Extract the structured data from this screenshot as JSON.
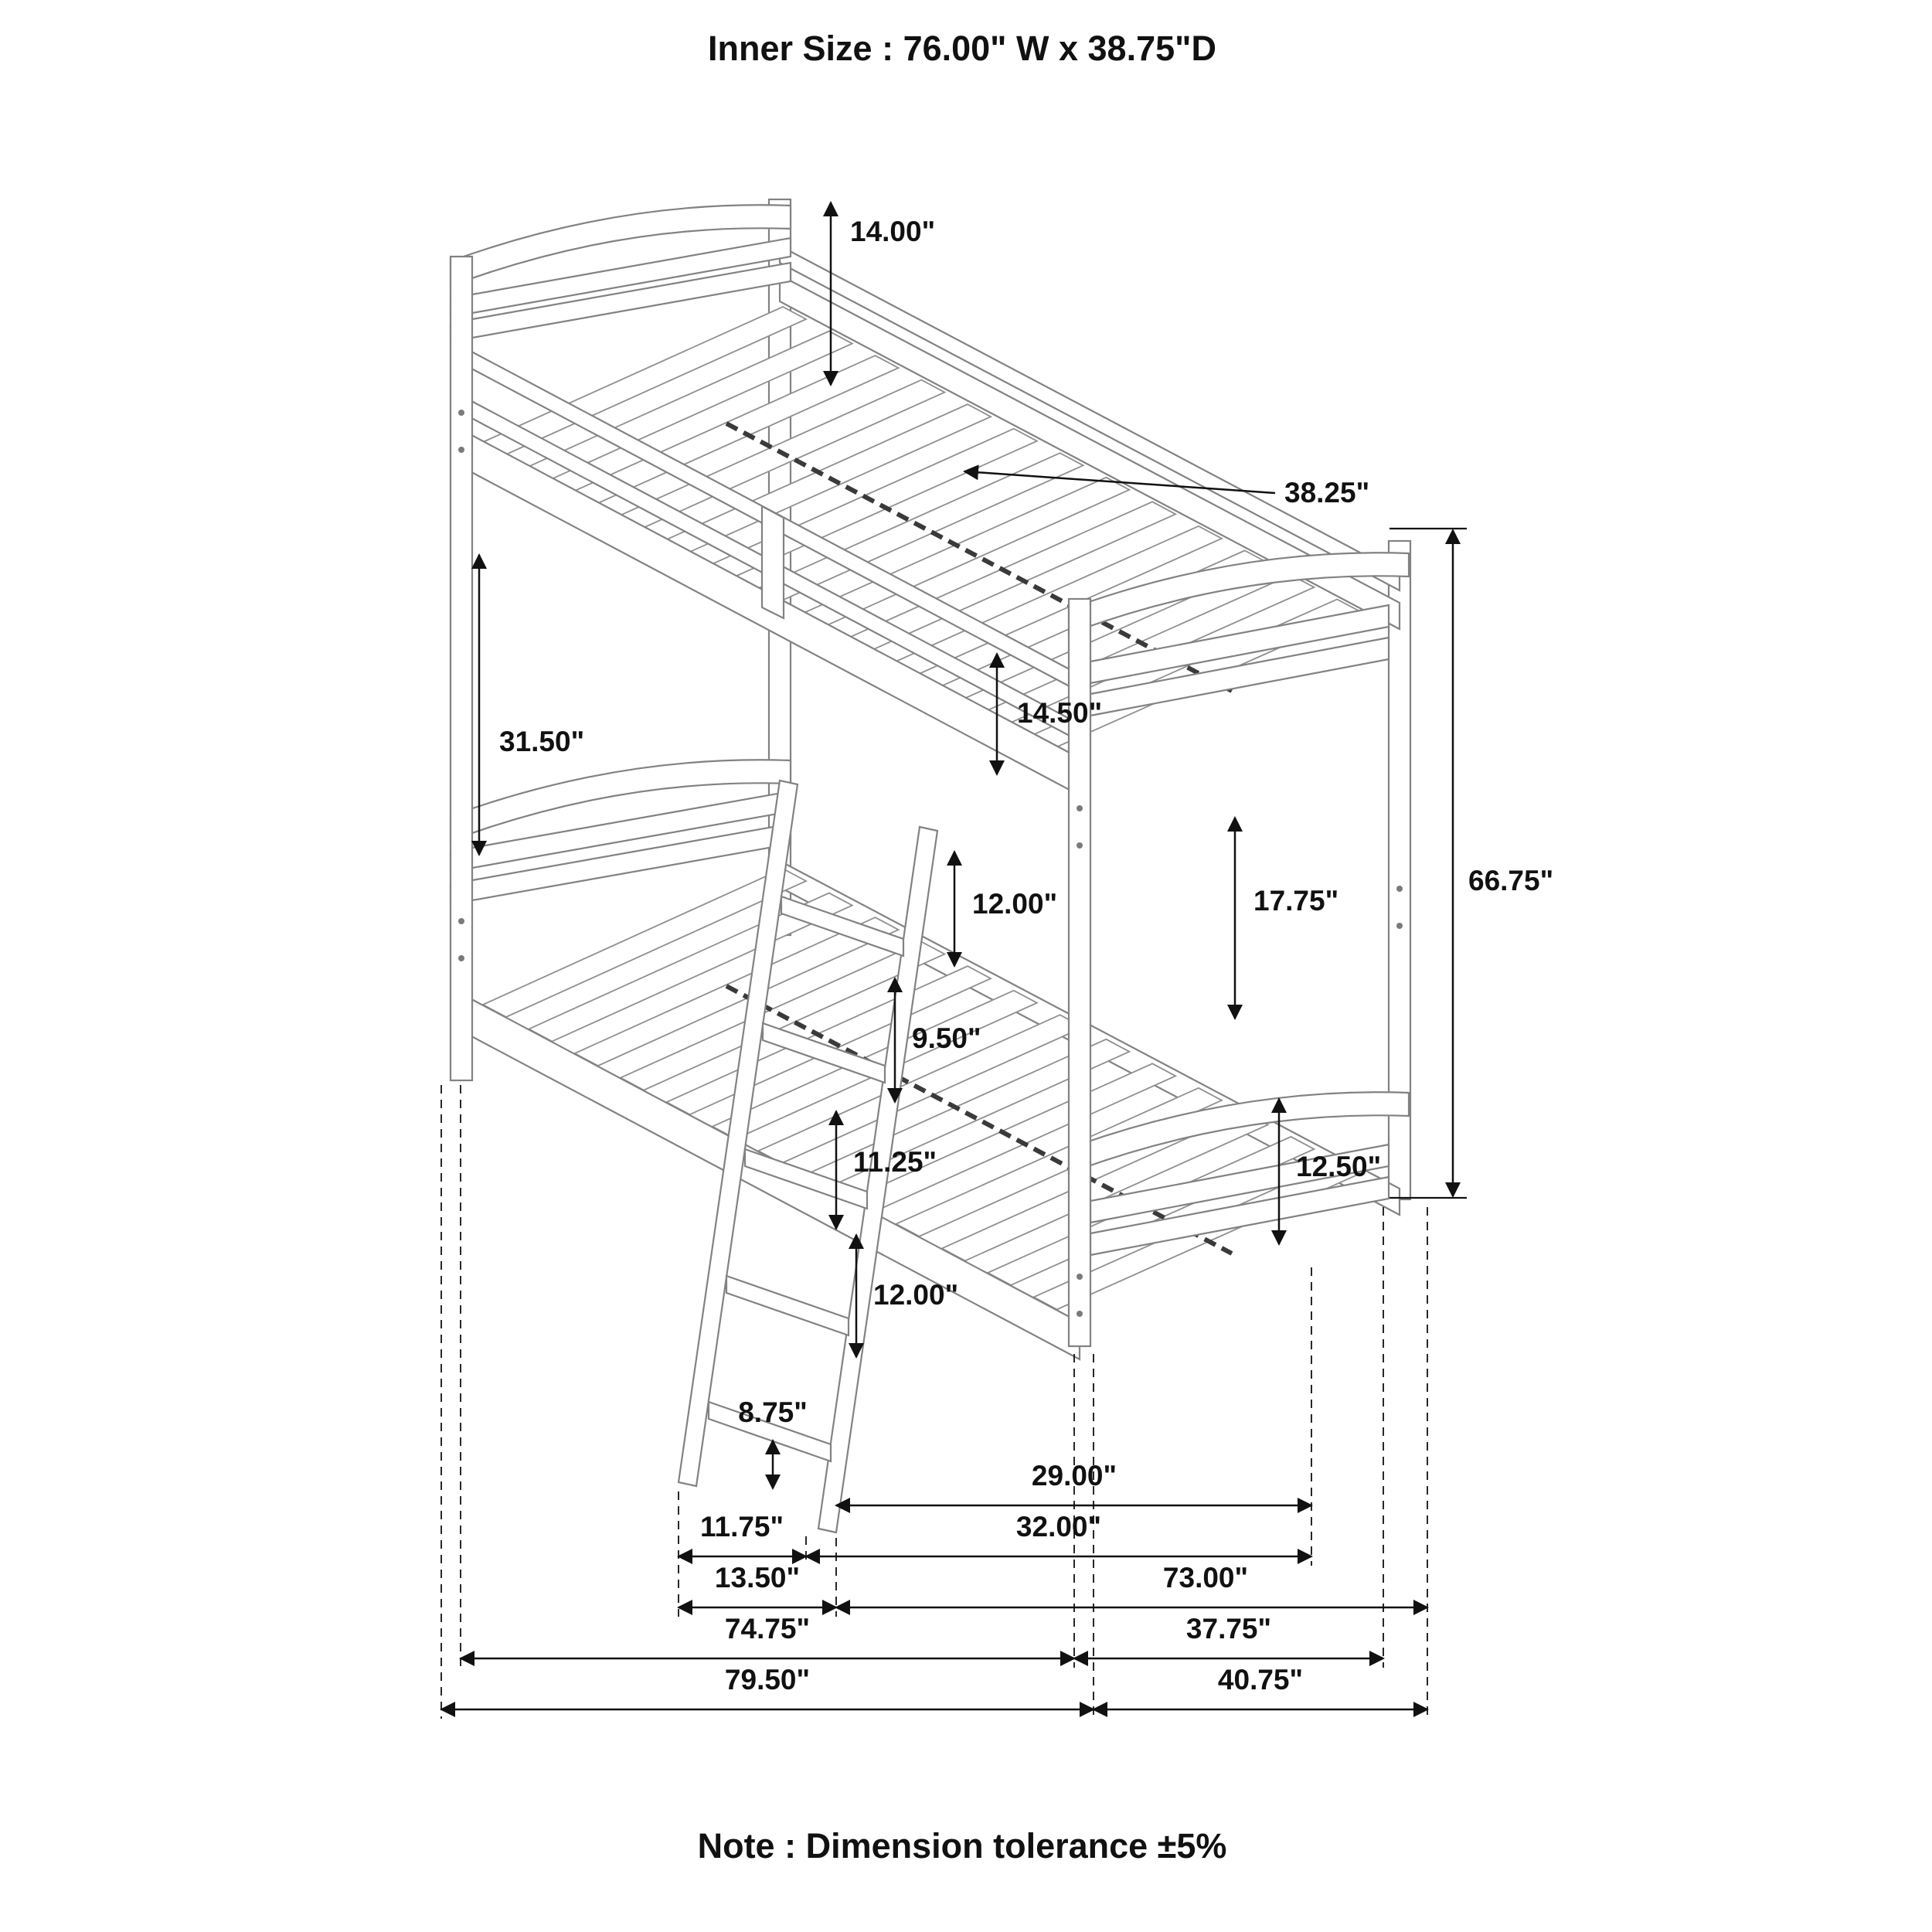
{
  "header": {
    "title": "Inner Size : 76.00\" W x  38.75\"D"
  },
  "footer": {
    "note": "Note : Dimension tolerance ±5%"
  },
  "dims": {
    "headboard_height": "14.00\"",
    "slat_width": "38.25\"",
    "bunk_gap": "31.50\"",
    "guardrail_height": "14.50\"",
    "step_gap_1": "12.00\"",
    "footboard_height": "17.75\"",
    "overall_height": "66.75\"",
    "step_gap_2": "9.50\"",
    "step_gap_3": "11.25\"",
    "step_gap_4": "12.00\"",
    "ground_clearance": "12.50\"",
    "bottom_step": "8.75\"",
    "ladder_reach_inner": "29.00\"",
    "ladder_foot": "11.75\"",
    "ladder_reach_outer": "32.00\"",
    "ladder_depth": "13.50\"",
    "inner_length": "73.00\"",
    "frame_length": "74.75\"",
    "frame_depth": "37.75\"",
    "overall_length": "79.50\"",
    "overall_depth": "40.75\""
  }
}
